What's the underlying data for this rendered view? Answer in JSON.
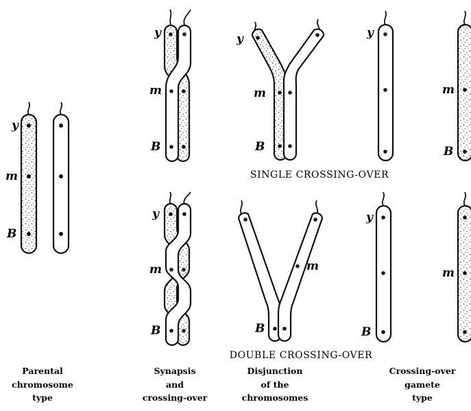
{
  "headings": {
    "single": "SINGLE CROSSING-OVER",
    "double": "DOUBLE CROSSING-OVER"
  },
  "gene_labels": {
    "y": "y",
    "m": "m",
    "B": "B"
  },
  "captions": {
    "parental": [
      "Parental",
      "chromosome",
      "type"
    ],
    "synapsis": [
      "Synapsis",
      "and",
      "crossing-over"
    ],
    "disjunction": [
      "Disjunction",
      "of the",
      "chromosomes"
    ],
    "gamete": [
      "Crossing-over",
      "gamete",
      "type"
    ]
  }
}
